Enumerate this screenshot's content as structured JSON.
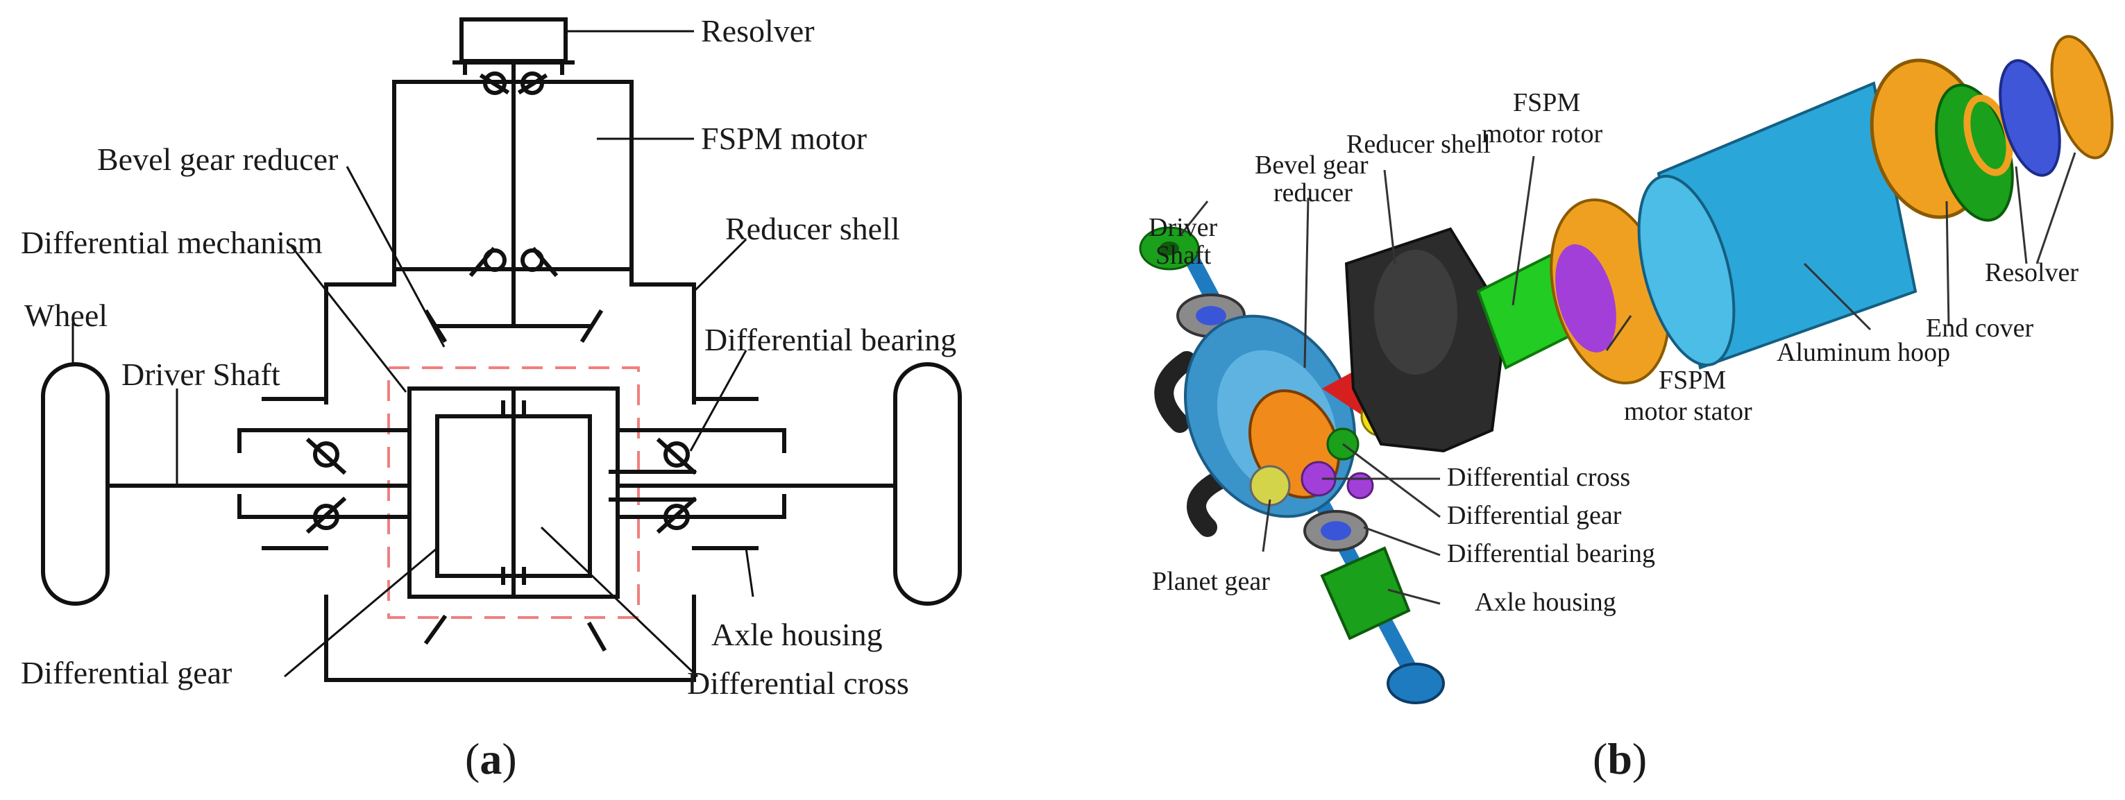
{
  "panel_a": {
    "caption": "a",
    "labels": {
      "resolver": "Resolver",
      "fspm_motor": "FSPM motor",
      "bevel_gear_reducer": "Bevel gear reducer",
      "differential_mechanism": "Differential mechanism",
      "reducer_shell": "Reducer shell",
      "wheel": "Wheel",
      "driver_shaft": "Driver Shaft",
      "differential_bearing": "Differential bearing",
      "axle_housing": "Axle housing",
      "differential_gear": "Differential gear",
      "differential_cross": "Differential cross"
    }
  },
  "panel_b": {
    "caption": "b",
    "labels": {
      "driver_shaft_1": "Driver",
      "driver_shaft_2": "Shaft",
      "bevel_gear_reducer_1": "Bevel gear",
      "bevel_gear_reducer_2": "reducer",
      "reducer_shell": "Reducer shell",
      "fspm_motor_rotor_1": "FSPM",
      "fspm_motor_rotor_2": "motor rotor",
      "fspm_motor_stator_1": "FSPM",
      "fspm_motor_stator_2": "motor stator",
      "aluminum_hoop": "Aluminum hoop",
      "end_cover": "End cover",
      "resolver": "Resolver",
      "differential_cross": "Differential cross",
      "differential_gear": "Differential gear",
      "differential_bearing": "Differential bearing",
      "axle_housing": "Axle housing",
      "planet_gear": "Planet gear"
    }
  },
  "colors": {
    "line": "#111111",
    "dashed_box": "#f08080",
    "gear_blue": "#3a93c9",
    "stator_orange": "#f0a020",
    "rotor_green": "#22cc22",
    "shell_dark": "#2c2c2c",
    "resolver_blue": "#3f56d8",
    "end_cover_green": "#1aa01a",
    "hoop_blue": "#2ba6d8",
    "planet_purple": "#a23fd8",
    "red_gear": "#d62020",
    "yellow_gear": "#f2dd1a"
  }
}
